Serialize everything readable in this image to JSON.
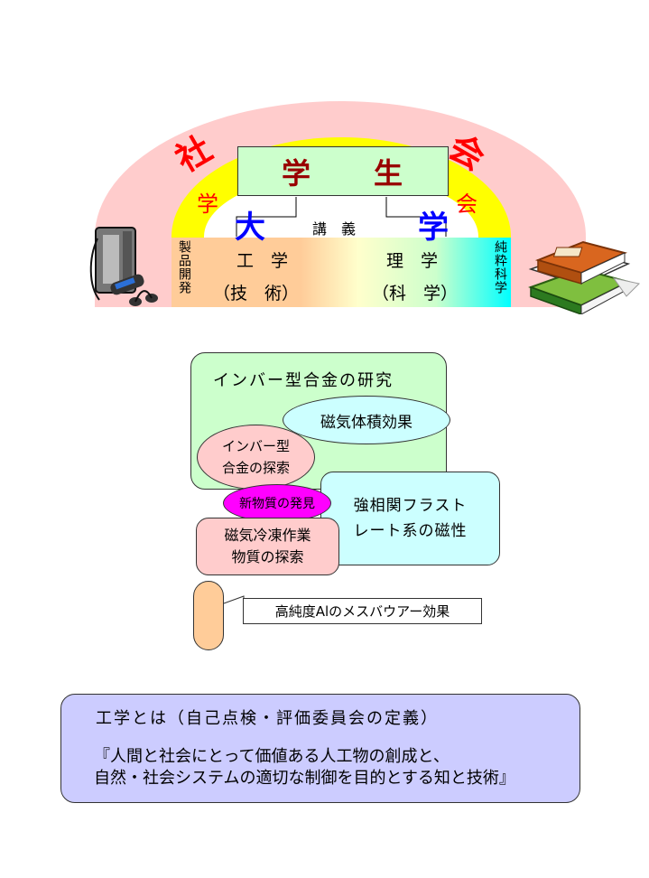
{
  "arch": {
    "outer_left": "社",
    "outer_right": "会",
    "inner_left": "学",
    "inner_right": "会",
    "students": "学　　生",
    "univ_left": "大",
    "univ_right": "学",
    "lecture": "講　義",
    "side_left": "製品開発",
    "side_right": "純粋科学",
    "eng_top": "工　学",
    "eng_bottom": "（技　術）",
    "sci_top": "理　学",
    "sci_bottom": "（科　学）"
  },
  "research": {
    "invar_title": "インバー型合金の研究",
    "magnetovolume": "磁気体積効果",
    "invar_search_1": "インバー型",
    "invar_search_2": "合金の探索",
    "frustration_1": "強相関フラスト",
    "frustration_2": "レート系の磁性",
    "new_material": "新物質の発見",
    "refrig_1": "磁気冷凍作業",
    "refrig_2": "物質の探索",
    "mossbauer": "高純度Alのメスバウアー効果"
  },
  "definition": {
    "heading": "工学とは（自己点検・評価委員会の定義）",
    "line1": "『人間と社会にとって価値ある人工物の創成と、",
    "line2": "自然・社会システムの適切な制御を目的とする知と技術』"
  },
  "colors": {
    "outer_arch": "#ffcccc",
    "inner_arch": "#ffff00",
    "univ_blue": "#0000ff",
    "social_red": "#ff0000",
    "students_text": "#990000",
    "research_green": "#ccffcc",
    "ellipse_cyan": "#ccffff",
    "pink": "#ffcccc",
    "magenta": "#ff00ff",
    "peach": "#ffcc99",
    "lavender": "#ccccff"
  }
}
